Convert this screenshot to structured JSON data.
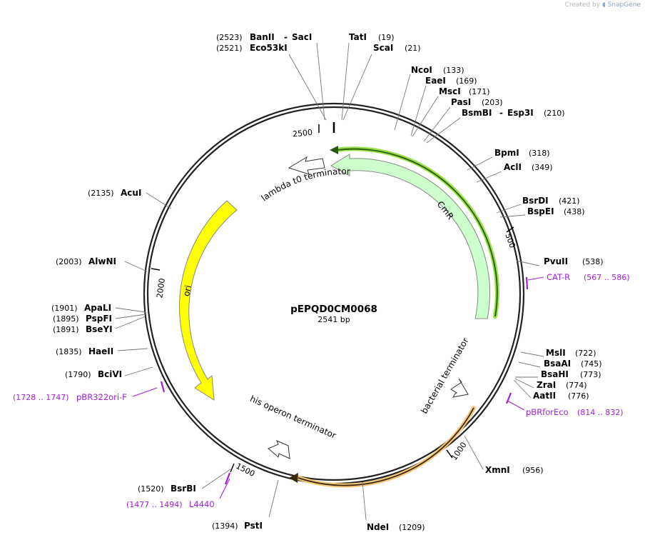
{
  "credit": {
    "prefix": "Created by",
    "brand": "SnapGene"
  },
  "plasmid": {
    "name": "pEPQD0CM0068",
    "length_label": "2541 bp",
    "length": 2541
  },
  "ticks": [
    {
      "label": "2500",
      "pos": 2500
    },
    {
      "label": "500",
      "pos": 500
    },
    {
      "label": "1000",
      "pos": 1000
    },
    {
      "label": "1500",
      "pos": 1500
    },
    {
      "label": "2000",
      "pos": 2000
    }
  ],
  "enzymes": [
    {
      "name": "BanII",
      "name2": "SacI",
      "pos_label": "(2523)"
    },
    {
      "name": "Eco53kI",
      "pos_label": "(2521)"
    },
    {
      "name": "TatI",
      "pos_label": "(19)"
    },
    {
      "name": "ScaI",
      "pos_label": "(21)"
    },
    {
      "name": "NcoI",
      "pos_label": "(133)"
    },
    {
      "name": "EaeI",
      "pos_label": "(169)"
    },
    {
      "name": "MscI",
      "pos_label": "(171)"
    },
    {
      "name": "PasI",
      "pos_label": "(203)"
    },
    {
      "name": "BsmBI",
      "name2": "Esp3I",
      "pos_label": "(210)"
    },
    {
      "name": "BpmI",
      "pos_label": "(318)"
    },
    {
      "name": "AclI",
      "pos_label": "(349)"
    },
    {
      "name": "BsrDI",
      "pos_label": "(421)"
    },
    {
      "name": "BspEI",
      "pos_label": "(438)"
    },
    {
      "name": "PvuII",
      "pos_label": "(538)"
    },
    {
      "name": "MslI",
      "pos_label": "(722)"
    },
    {
      "name": "BsaAI",
      "pos_label": "(745)"
    },
    {
      "name": "BsaHI",
      "pos_label": "(773)"
    },
    {
      "name": "ZraI",
      "pos_label": "(774)"
    },
    {
      "name": "AatII",
      "pos_label": "(776)"
    },
    {
      "name": "XmnI",
      "pos_label": "(956)"
    },
    {
      "name": "NdeI",
      "pos_label": "(1209)"
    },
    {
      "name": "PstI",
      "pos_label": "(1394)"
    },
    {
      "name": "BsrBI",
      "pos_label": "(1520)"
    },
    {
      "name": "BciVI",
      "pos_label": "(1790)"
    },
    {
      "name": "HaeII",
      "pos_label": "(1835)"
    },
    {
      "name": "BseYI",
      "pos_label": "(1891)"
    },
    {
      "name": "PspFI",
      "pos_label": "(1895)"
    },
    {
      "name": "ApaLI",
      "pos_label": "(1901)"
    },
    {
      "name": "AlwNI",
      "pos_label": "(2003)"
    },
    {
      "name": "AcuI",
      "pos_label": "(2135)"
    }
  ],
  "primers": [
    {
      "name": "CAT-R",
      "range_label": "(567 .. 586)"
    },
    {
      "name": "pBRforEco",
      "range_label": "(814 .. 832)"
    },
    {
      "name": "L4440",
      "range_label": "(1477 .. 1494)"
    },
    {
      "name": "pBR322ori-F",
      "range_label": "(1728 .. 1747)"
    }
  ],
  "features": [
    {
      "name": "CmR",
      "color": "#ccffcc"
    },
    {
      "name": "ori",
      "color": "#ffff00"
    },
    {
      "name": "lambda t0 terminator",
      "color": "#ffffff"
    },
    {
      "name": "bacterial terminator",
      "color": "#ffffff"
    },
    {
      "name": "his operon terminator",
      "color": "#ffffff"
    }
  ],
  "colors": {
    "primer": "#a020d8",
    "cmr_fill": "#ccffcc",
    "cmr_highlight": "#99dd44",
    "orf_highlight": "#f5c77a",
    "ori_fill": "#ffff00",
    "backbone": "#222222"
  }
}
